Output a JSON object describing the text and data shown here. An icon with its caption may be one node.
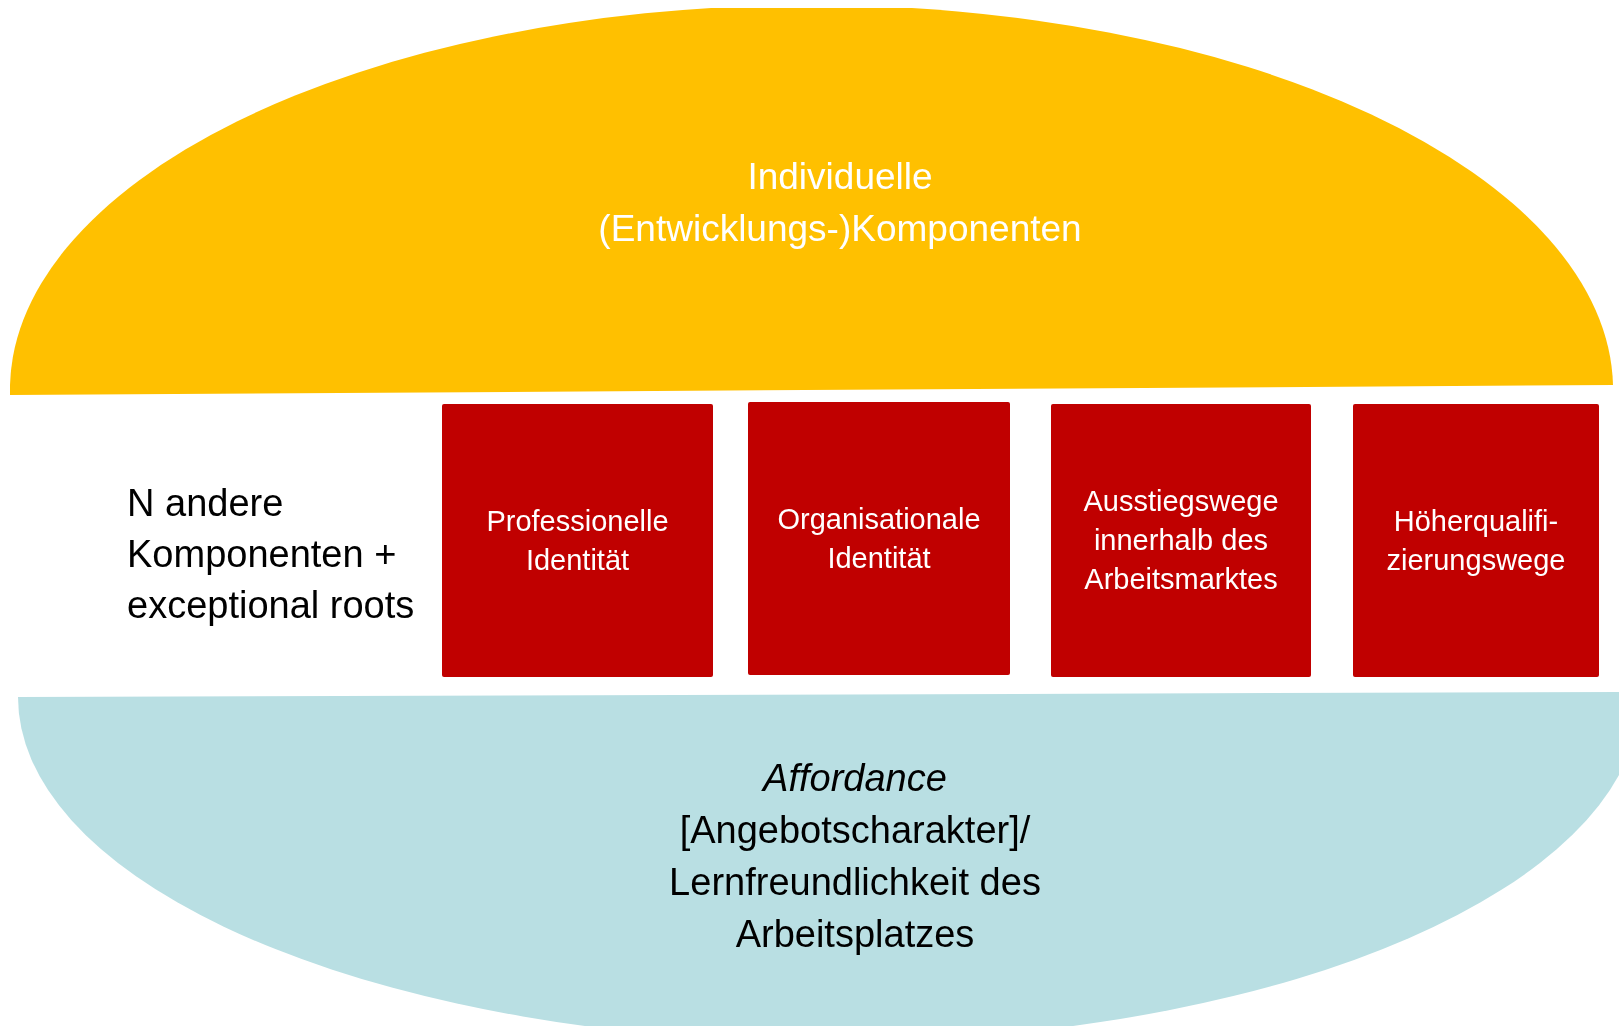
{
  "diagram": {
    "nodes": [
      {
        "text": [
          "Individuelle (Entwicklungs-)Komponenten"
        ]
      },
      {
        "text": [
          "Professionelle Identität"
        ]
      },
      {
        "text": [
          "Organisationale Identität"
        ]
      },
      {
        "text": [
          "Ausstiegswege innerhalb des Arbeitsmarktes"
        ]
      },
      {
        "text": [
          "Höherqualifi- zierungswege"
        ]
      },
      {
        "text": [
          "*Affordance* [Angebotscharakter]/ Lernfreundlichkeit des Arbeitsplatzes"
        ]
      }
    ],
    "labels": [
      "N andere Komponenten + exceptional roots"
    ]
  }
}
